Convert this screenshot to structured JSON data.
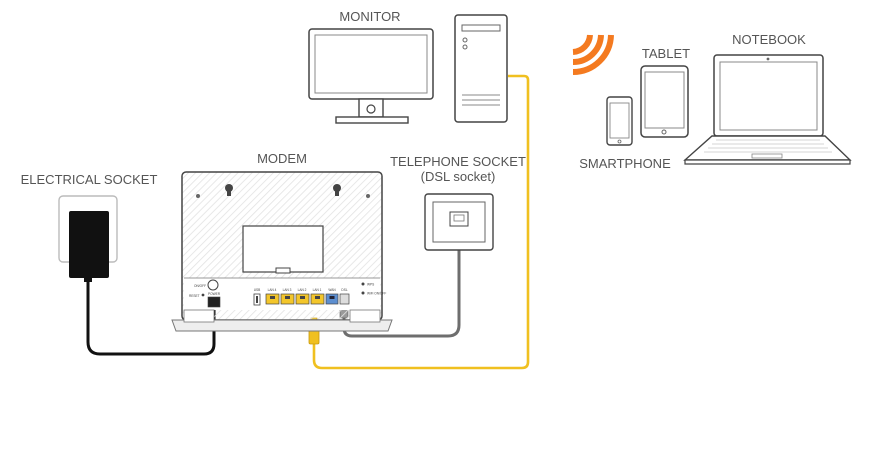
{
  "labels": {
    "monitor": "MONITOR",
    "tablet": "TABLET",
    "notebook": "NOTEBOOK",
    "smartphone": "SMARTPHONE",
    "modem": "MODEM",
    "electrical_socket": "ELECTRICAL SOCKET",
    "telephone_socket": "TELEPHONE SOCKET",
    "dsl_socket": "(DSL socket)"
  },
  "ports": {
    "on_off": "ON/OFF",
    "reset": "RESET",
    "power": "POWER",
    "usb": "USB",
    "lan4": "LAN 4",
    "lan3": "LAN 3",
    "lan2": "LAN 2",
    "lan1": "LAN 1",
    "wan": "WAN",
    "dsl": "DSL",
    "wps": "WPS",
    "wifi_on_off": "WiFi ON/OFF"
  },
  "colors": {
    "ethernet_cable": "#f0c020",
    "dsl_cable": "#6e6e6e",
    "power_cable": "#111111",
    "wifi_waves": "#f47a20",
    "lan_ports": "#f3c62b",
    "wan_port": "#5d8fd0",
    "outline": "#444444"
  }
}
